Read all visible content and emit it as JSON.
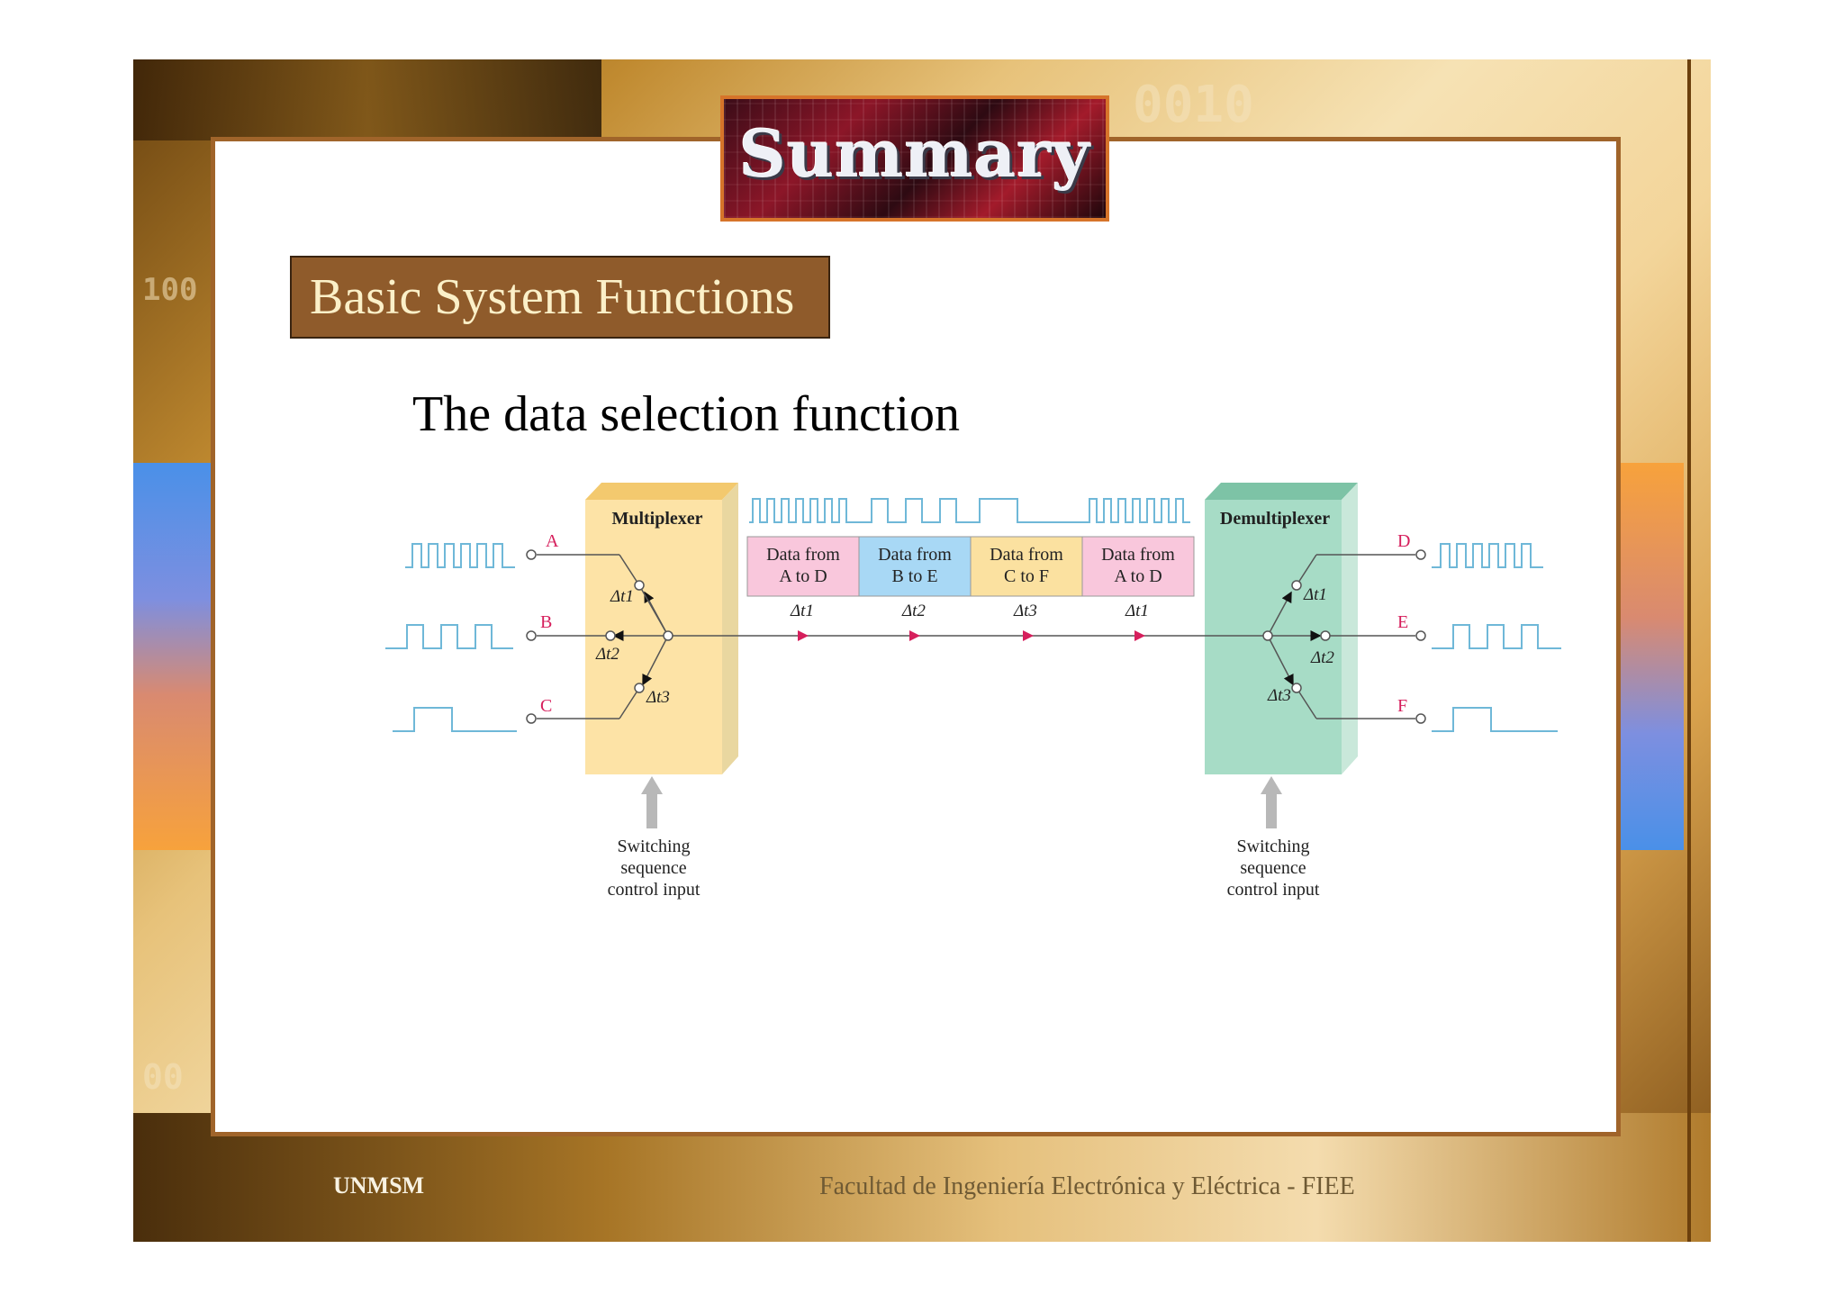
{
  "slide": {
    "title": "Summary",
    "section": "Basic System Functions",
    "subtitle": "The data selection function",
    "footer_left": "UNMSM",
    "footer_right": "Facultad de Ingeniería Electrónica y Eléctrica - FIEE",
    "background_digits": [
      "100",
      "0010",
      "00"
    ]
  },
  "diagram": {
    "mux_label": "Multiplexer",
    "demux_label": "Demultiplexer",
    "inputs": [
      "A",
      "B",
      "C"
    ],
    "outputs": [
      "D",
      "E",
      "F"
    ],
    "mux_slots": [
      "Δt1",
      "Δt2",
      "Δt3"
    ],
    "segments": [
      {
        "line1": "Data from",
        "line2": "A to D",
        "slot": "Δt1",
        "color": "#f9c7dc"
      },
      {
        "line1": "Data from",
        "line2": "B to E",
        "slot": "Δt2",
        "color": "#a8d8f5"
      },
      {
        "line1": "Data from",
        "line2": "C to F",
        "slot": "Δt3",
        "color": "#fbe1a0"
      },
      {
        "line1": "Data from",
        "line2": "A to D",
        "slot": "Δt1",
        "color": "#f9c7dc"
      }
    ],
    "control_label": [
      "Switching",
      "sequence",
      "control input"
    ],
    "colors": {
      "mux": "#fde3a6",
      "demux": "#a7dcc6",
      "signal": "#6fb8d8",
      "letters": "#d61f5c",
      "arrow": "#b8b8b8"
    }
  }
}
